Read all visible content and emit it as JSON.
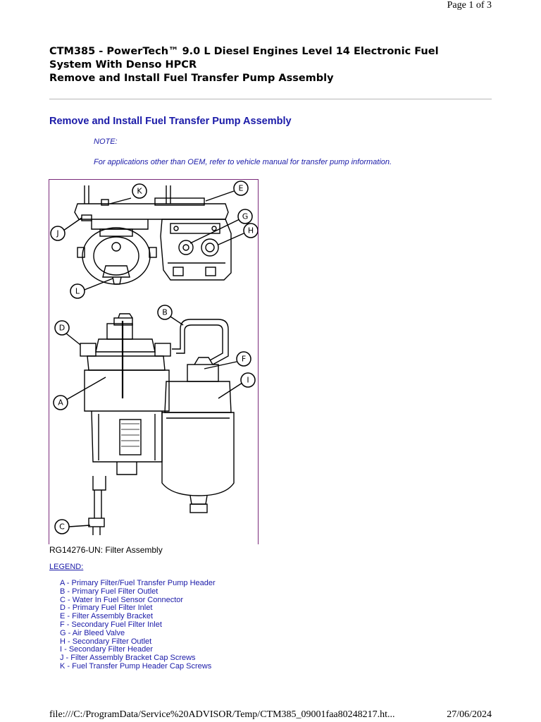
{
  "header": {
    "page_number": "Page 1 of 3"
  },
  "document": {
    "title_lines": [
      "CTM385 - PowerTech™ 9.0 L Diesel Engines Level 14 Electronic Fuel",
      "System With Denso HPCR",
      "Remove and Install Fuel Transfer Pump Assembly"
    ],
    "section_title": "Remove and Install Fuel Transfer Pump Assembly",
    "note_label": "NOTE:",
    "note_text": "For applications other than OEM, refer to vehicle manual for transfer pump information."
  },
  "figure": {
    "caption": "RG14276-UN: Filter Assembly",
    "callouts": [
      "K",
      "E",
      "J",
      "G",
      "H",
      "L",
      "B",
      "D",
      "F",
      "I",
      "A",
      "C"
    ]
  },
  "legend": {
    "label": "LEGEND:",
    "items": [
      "A - Primary Filter/Fuel Transfer Pump Header",
      "B - Primary Fuel Filter Outlet",
      "C - Water In Fuel Sensor Connector",
      "D - Primary Fuel Filter Inlet",
      "E - Filter Assembly Bracket",
      "F - Secondary Fuel Filter Inlet",
      "G - Air Bleed Valve",
      "H - Secondary Filter Outlet",
      "I - Secondary Filter Header",
      "J - Filter Assembly Bracket Cap Screws",
      "K - Fuel Transfer Pump Header Cap Screws"
    ]
  },
  "footer": {
    "path": "file:///C:/ProgramData/Service%20ADVISOR/Temp/CTM385_09001faa80248217.ht...",
    "date": "27/06/2024"
  },
  "colors": {
    "link_blue": "#1a1aa8",
    "figure_border": "#7a2a7a"
  }
}
